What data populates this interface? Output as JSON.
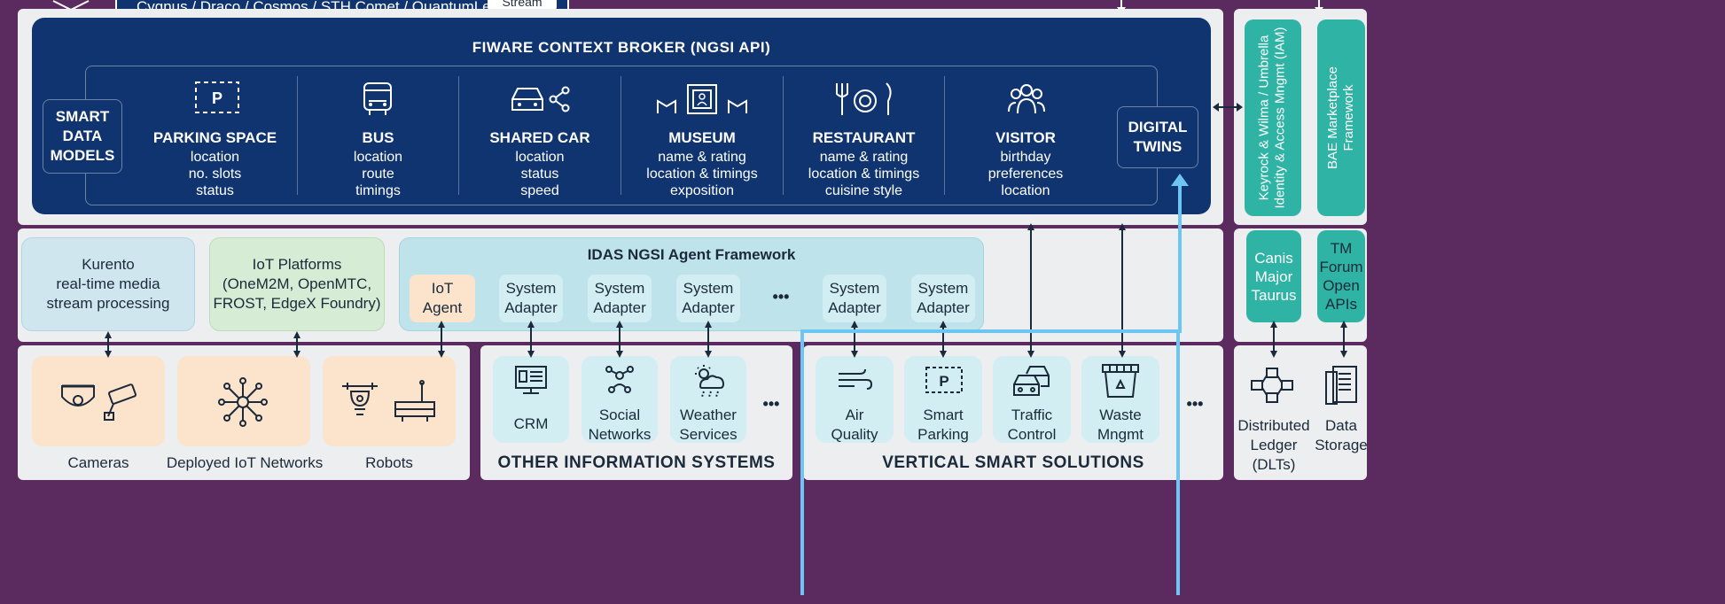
{
  "top_banner": {
    "text": "Cygnus / Draco /  Cosmos / STH Comet / QuantumLeap",
    "button": "Stream"
  },
  "broker": {
    "title": "FIWARE CONTEXT BROKER (NGSI API)",
    "smart_data_models": "SMART\nDATA\nMODELS",
    "digital_twins": "DIGITAL\nTWINS",
    "entities": [
      {
        "icon": "parking-icon",
        "icon_text": "P",
        "title": "PARKING SPACE",
        "attrs": [
          "location",
          "no. slots",
          "status"
        ]
      },
      {
        "icon": "bus-icon",
        "title": "BUS",
        "attrs": [
          "location",
          "route",
          "timings"
        ]
      },
      {
        "icon": "shared-car-icon",
        "title": "SHARED CAR",
        "attrs": [
          "location",
          "status",
          "speed"
        ]
      },
      {
        "icon": "museum-icon",
        "title": "MUSEUM",
        "attrs": [
          "name & rating",
          "location & timings",
          "exposition"
        ]
      },
      {
        "icon": "restaurant-icon",
        "title": "RESTAURANT",
        "attrs": [
          "name & rating",
          "location & timings",
          "cuisine style"
        ]
      },
      {
        "icon": "visitor-icon",
        "title": "VISITOR",
        "attrs": [
          "birthday",
          "preferences",
          "location"
        ]
      }
    ]
  },
  "side": {
    "keyrock": "Keyrock & Wilma / Umbrella\nIdentity & Access Mngmt (IAM)",
    "bae": "BAE Marketplace\nFramework",
    "canis": "Canis\nMajor\nTaurus",
    "tm_forum": "TM\nForum\nOpen\nAPIs",
    "dlt_label": "Distributed\nLedger\n(DLTs)",
    "storage_label": "Data\nStorage"
  },
  "middle": {
    "kurento": "Kurento\nreal-time media\nstream processing",
    "iot_platforms": "IoT Platforms\n(OneM2M, OpenMTC,\nFROST, EdgeX Foundry)",
    "idas_title": "IDAS NGSI Agent Framework",
    "iot_agent": "IoT\nAgent",
    "system_adapter": "System\nAdapter",
    "ellipsis": "•••"
  },
  "bottom": {
    "devices": [
      {
        "icon": "cameras-icon",
        "label": "Cameras"
      },
      {
        "icon": "iot-network-icon",
        "label": "Deployed IoT Networks"
      },
      {
        "icon": "robots-icon",
        "label": "Robots"
      }
    ],
    "other_title": "OTHER INFORMATION SYSTEMS",
    "other_items": [
      {
        "icon": "crm-icon",
        "label": "CRM"
      },
      {
        "icon": "social-networks-icon",
        "label": "Social\nNetworks"
      },
      {
        "icon": "weather-icon",
        "label": "Weather\nServices"
      }
    ],
    "vertical_title": "VERTICAL SMART SOLUTIONS",
    "vertical_items": [
      {
        "icon": "air-quality-icon",
        "label": "Air\nQuality"
      },
      {
        "icon": "smart-parking-icon",
        "icon_text": "P",
        "label": "Smart\nParking"
      },
      {
        "icon": "traffic-control-icon",
        "label": "Traffic\nControl"
      },
      {
        "icon": "waste-icon",
        "label": "Waste\nMngmt"
      }
    ],
    "ellipsis": "•••"
  }
}
